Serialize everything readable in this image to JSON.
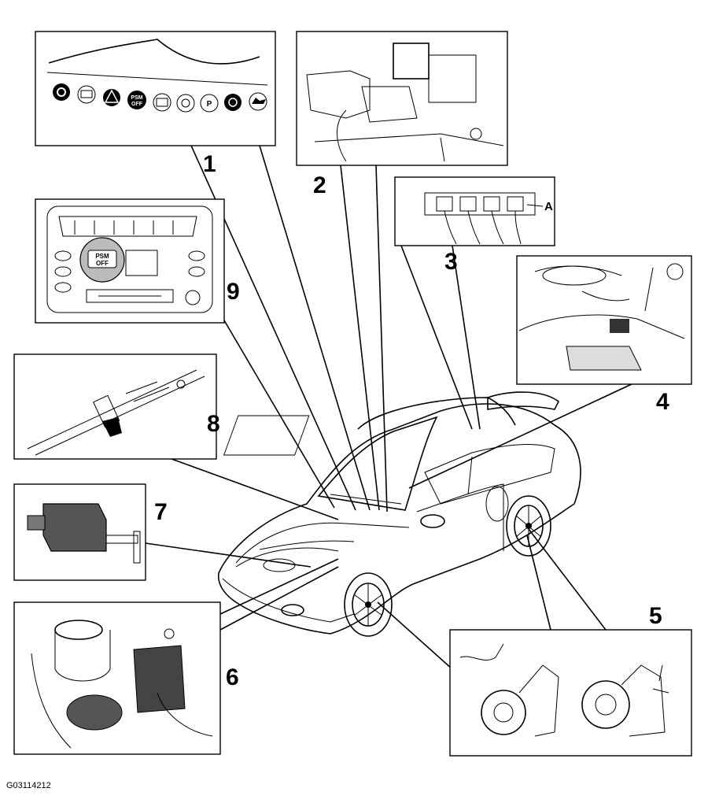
{
  "figure": {
    "id": "G03114212"
  },
  "callouts": [
    "1",
    "2",
    "3",
    "4",
    "5",
    "6",
    "7",
    "8",
    "9"
  ],
  "detail_labels": {
    "connector_a": "A",
    "panel_button_psm": "PSM",
    "panel_button_off": "OFF"
  },
  "warning_lights": [
    "power-icon",
    "battery-icon",
    "warning-triangle-icon",
    "psm-off-icon",
    "abs-icon",
    "brake-circle-icon",
    "parking-brake-icon",
    "brake-pad-icon",
    "oil-can-icon"
  ]
}
